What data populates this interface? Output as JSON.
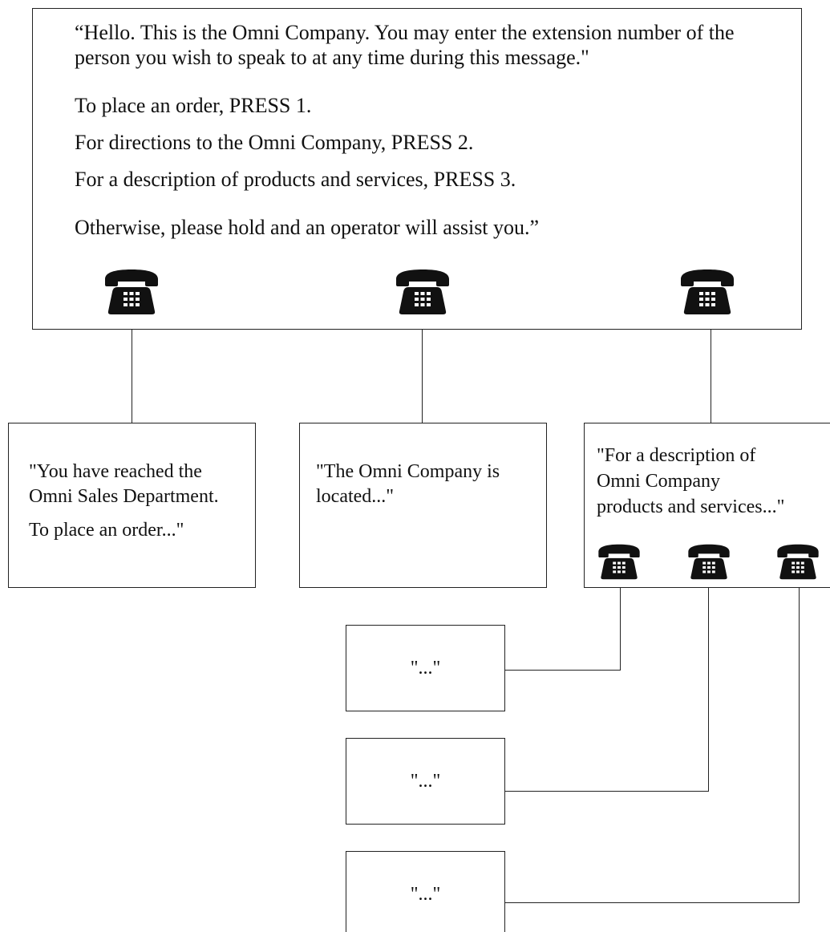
{
  "main_prompt": {
    "greeting": "“Hello. This is the Omni Company. You may enter the extension number of the person you wish to speak to at any time during this message.\"",
    "option_1": "To place an order, PRESS 1.",
    "option_2": "For directions to the Omni Company, PRESS 2.",
    "option_3": "For a description of products and services, PRESS 3.",
    "closing": "Otherwise, please hold and an operator will assist you.”"
  },
  "branches": [
    {
      "line_1": "\"You have reached the",
      "line_2": "Omni Sales Department.",
      "line_3": "To place an order...\""
    },
    {
      "line_1": "\"The Omni Company is",
      "line_2": "located...\""
    },
    {
      "line_1": "\"For a description of",
      "line_2": "Omni Company",
      "line_3": "products and services...\""
    }
  ],
  "sub_branches": [
    {
      "text": "\"...\""
    },
    {
      "text": "\"...\""
    },
    {
      "text": "\"...\""
    }
  ],
  "icons": {
    "phone": "telephone-icon"
  },
  "colors": {
    "line": "#222222",
    "icon": "#111111",
    "background": "#ffffff"
  }
}
